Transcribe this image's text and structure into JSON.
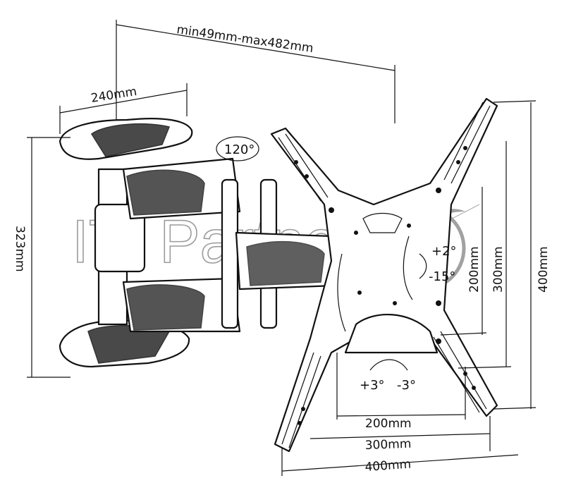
{
  "diagram": {
    "title": "TV wall mount dimensions",
    "dimensions": {
      "extension": "min49mm-max482mm",
      "wall_plate_width": "240mm",
      "wall_plate_height": "323mm",
      "vesa_h_small": "200mm",
      "vesa_h_mid": "300mm",
      "vesa_h_large": "400mm",
      "vesa_v_small": "200mm",
      "vesa_v_mid": "300mm",
      "vesa_v_large": "400mm"
    },
    "angles": {
      "swivel": "120°",
      "tilt_up": "+2°",
      "tilt_down": "-15°",
      "rotate_plus": "+3°",
      "rotate_minus": "-3°"
    },
    "watermark": "ITI Partner",
    "colors": {
      "line": "#111111",
      "watermark": "#8a8a8a"
    }
  }
}
